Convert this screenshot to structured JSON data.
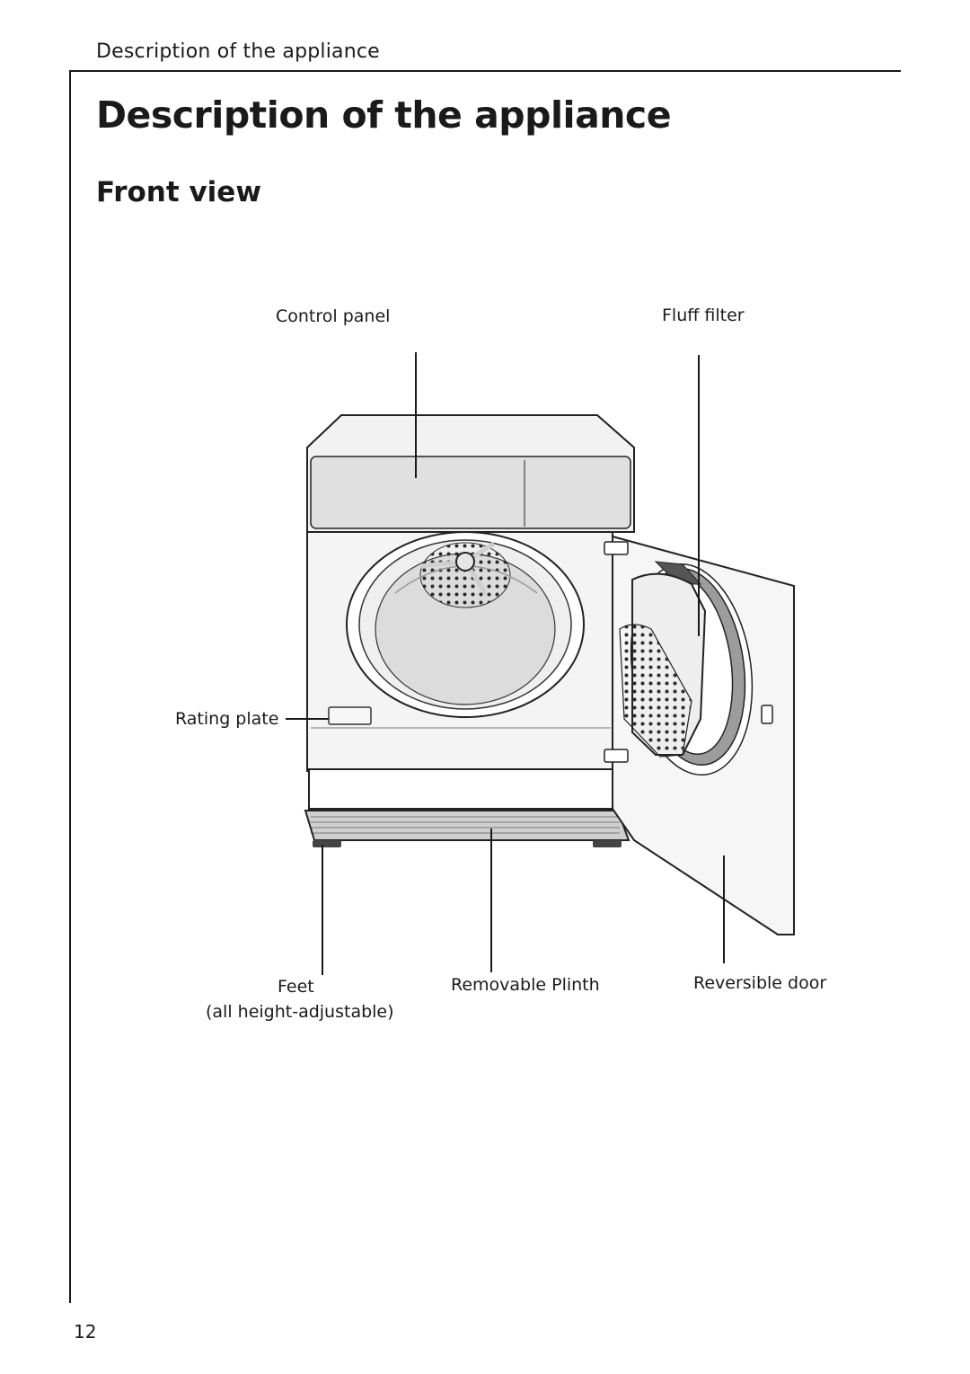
{
  "header": {
    "running_title": "Description of the appliance"
  },
  "page": {
    "title": "Description of the appliance",
    "section_title": "Front view",
    "page_number": "12"
  },
  "figure": {
    "labels": {
      "control_panel": "Control panel",
      "fluff_filter": "Fluff filter",
      "rating_plate": "Rating plate",
      "feet": "Feet",
      "feet_note": "(all height-adjustable)",
      "removable_plinth": "Removable Plinth",
      "reversible_door": "Reversible door"
    }
  }
}
